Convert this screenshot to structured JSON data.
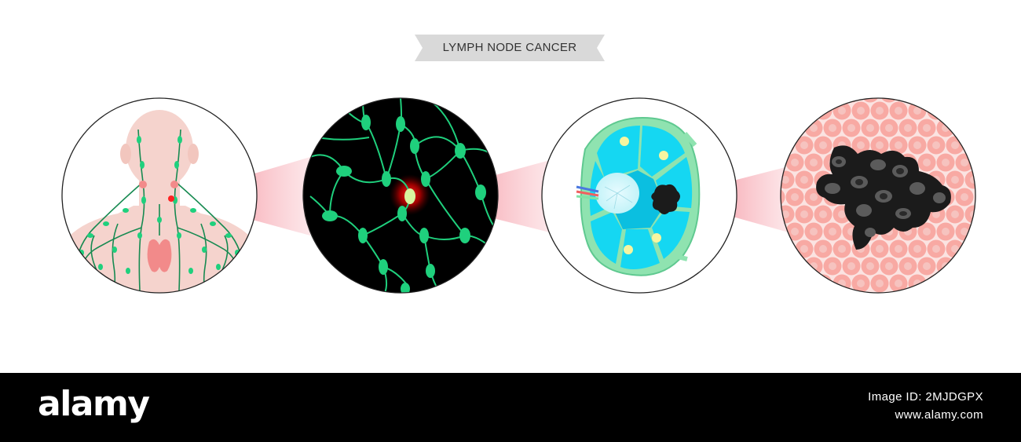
{
  "title": "LYMPH NODE CANCER",
  "colors": {
    "background": "#ffffff",
    "ribbon": "#d9d9d9",
    "skin": "#f5d3cd",
    "lymph_green": "#1fd07d",
    "vessel_dark_green": "#178a51",
    "node_red": "#ff3333",
    "zoom_cone": "#f28a96",
    "node_capsule": "#8fe3b0",
    "node_cyan": "#15d7f2",
    "tumor_black": "#1b1b1b",
    "cell_pink": "#f8a9a3",
    "cell_nucleus": "#f6c3bf",
    "footer_bg": "#000000"
  },
  "panels": [
    {
      "name": "human-upper-body-lymphatic-system"
    },
    {
      "name": "lymphatic-vessel-network"
    },
    {
      "name": "lymph-node-cross-section"
    },
    {
      "name": "cancer-cell-cluster"
    }
  ],
  "footer": {
    "brand": "alamy",
    "image_id": "Image ID: 2MJDGPX",
    "site": "www.alamy.com"
  }
}
